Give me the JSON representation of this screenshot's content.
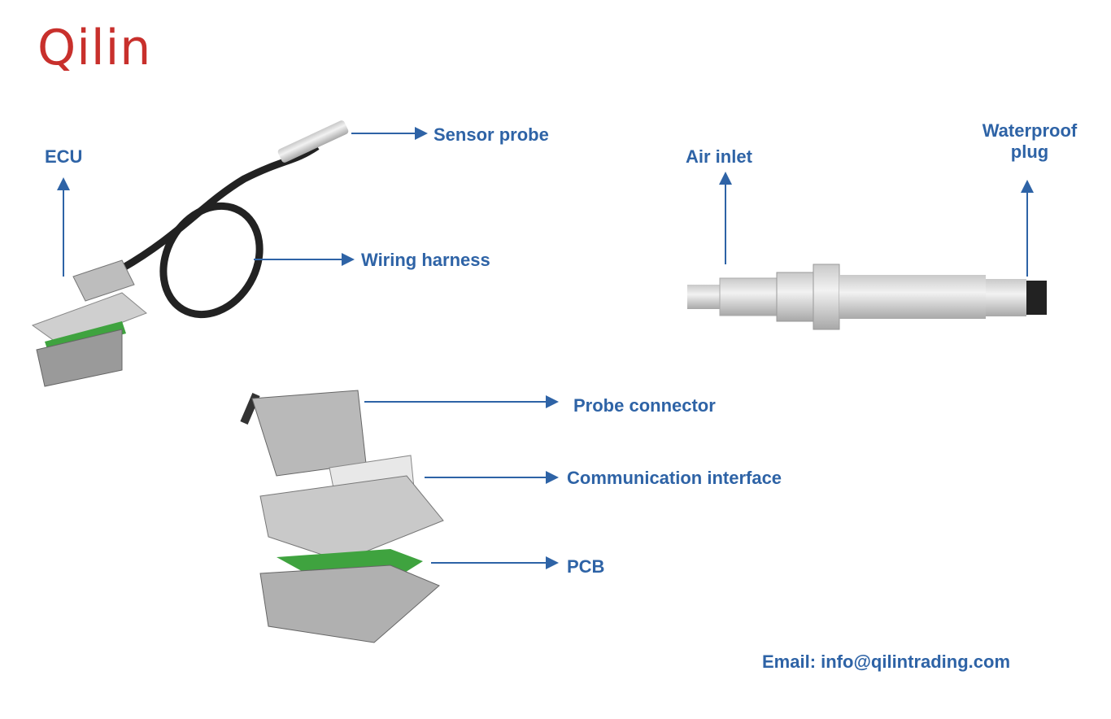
{
  "logo": {
    "text": "Qilin"
  },
  "labels": {
    "ecu": "ECU",
    "sensor_probe": "Sensor probe",
    "wiring_harness": "Wiring harness",
    "air_inlet": "Air inlet",
    "waterproof_plug_line1": "Waterproof",
    "waterproof_plug_line2": "plug",
    "probe_connector": "Probe connector",
    "communication_interface": "Communication interface",
    "pcb": "PCB"
  },
  "footer": {
    "email": "Email: info@qilintrading.com"
  },
  "colors": {
    "label": "#2e63a6",
    "logo": "#c8302c",
    "pcb": "#3fa33f"
  }
}
